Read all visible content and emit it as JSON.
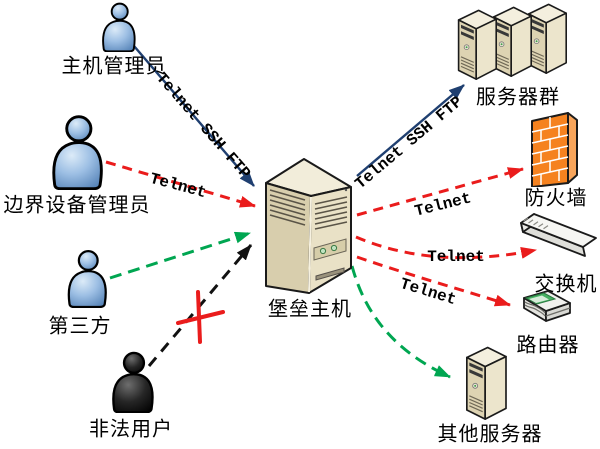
{
  "colors": {
    "red": "#ea1c1c",
    "green": "#00a651",
    "navy": "#1f3f70",
    "black": "#111111"
  },
  "nodes": {
    "host_admin": {
      "label": "主机管理员"
    },
    "border_admin": {
      "label": "边界设备管理员"
    },
    "third_party": {
      "label": "第三方"
    },
    "illegal_user": {
      "label": "非法用户"
    },
    "bastion": {
      "label": "堡垒主机"
    },
    "server_cluster": {
      "label": "服务器群"
    },
    "firewall": {
      "label": "防火墙"
    },
    "switch": {
      "label": "交换机"
    },
    "router": {
      "label": "路由器"
    },
    "other_server": {
      "label": "其他服务器"
    }
  },
  "edges": [
    {
      "from": "host_admin",
      "to": "bastion",
      "label": "Telnet SSH FTP",
      "line": "solid",
      "color": "navy",
      "blocked": false
    },
    {
      "from": "border_admin",
      "to": "bastion",
      "label": "Telnet",
      "line": "dashed",
      "color": "red",
      "blocked": false
    },
    {
      "from": "third_party",
      "to": "bastion",
      "label": "",
      "line": "dashed",
      "color": "green",
      "blocked": false
    },
    {
      "from": "illegal_user",
      "to": "bastion",
      "label": "",
      "line": "dashed",
      "color": "black",
      "blocked": true
    },
    {
      "from": "bastion",
      "to": "server_cluster",
      "label": "Telnet SSH FTP",
      "line": "solid",
      "color": "navy",
      "blocked": false
    },
    {
      "from": "bastion",
      "to": "firewall",
      "label": "Telnet",
      "line": "dashed",
      "color": "red",
      "blocked": false
    },
    {
      "from": "bastion",
      "to": "switch",
      "label": "Telnet",
      "line": "dashed",
      "color": "red",
      "blocked": false
    },
    {
      "from": "bastion",
      "to": "router",
      "label": "Telnet",
      "line": "dashed",
      "color": "red",
      "blocked": false
    },
    {
      "from": "bastion",
      "to": "other_server",
      "label": "",
      "line": "dashed",
      "color": "green",
      "blocked": false
    }
  ]
}
